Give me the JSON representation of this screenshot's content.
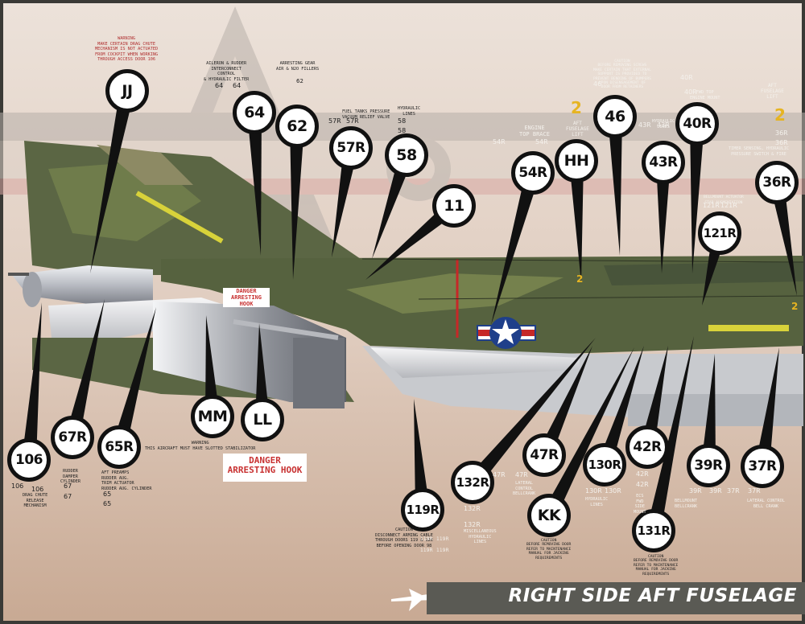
{
  "title": "RIGHT SIDE AFT FUSELAGE",
  "colors": {
    "background_top": "#e8dcd3",
    "background_bottom": "#c9ab95",
    "camo_dark": "#4f5b3c",
    "camo_green": "#6e7a4a",
    "camo_tan": "#a89a72",
    "metal": "#c4c6cc",
    "insignia_blue": "#1f3f8a",
    "insignia_red": "#c62828",
    "callout_fill": "#ffffff",
    "frame": "#2e2e2b"
  },
  "callouts": [
    {
      "id": "JJ",
      "label": "JJ"
    },
    {
      "id": "64",
      "label": "64"
    },
    {
      "id": "62",
      "label": "62"
    },
    {
      "id": "57R",
      "label": "57R"
    },
    {
      "id": "58",
      "label": "58"
    },
    {
      "id": "11",
      "label": "11"
    },
    {
      "id": "54R",
      "label": "54R"
    },
    {
      "id": "HH",
      "label": "HH"
    },
    {
      "id": "46",
      "label": "46"
    },
    {
      "id": "43R",
      "label": "43R"
    },
    {
      "id": "40R",
      "label": "40R"
    },
    {
      "id": "36R",
      "label": "36R"
    },
    {
      "id": "121R",
      "label": "121R"
    },
    {
      "id": "106",
      "label": "106"
    },
    {
      "id": "67R",
      "label": "67R"
    },
    {
      "id": "65R",
      "label": "65R"
    },
    {
      "id": "MM",
      "label": "MM"
    },
    {
      "id": "LL",
      "label": "LL"
    },
    {
      "id": "119R",
      "label": "119R"
    },
    {
      "id": "132R",
      "label": "132R"
    },
    {
      "id": "47R",
      "label": "47R"
    },
    {
      "id": "KK",
      "label": "KK"
    },
    {
      "id": "130R",
      "label": "130R"
    },
    {
      "id": "42R",
      "label": "42R"
    },
    {
      "id": "131R",
      "label": "131R"
    },
    {
      "id": "39R",
      "label": "39R"
    },
    {
      "id": "37R",
      "label": "37R"
    }
  ],
  "notes": {
    "warning_top": "WARNING\nMAKE CERTAIN DRAG CHUTE\nMECHANISM IS NOT ACTUATED\nFROM COCKPIT WHEN WORKING\nTHROUGH ACCESS DOOR 106",
    "aileron_rudder": "AILERON & RUDDER\nINTERCONNECT\nCONTROL\n& HYDRAULIC FILTER",
    "arresting_gear": "ARRESTING GEAR\nAIR & N2O FILLERS",
    "fuel_tanks": "FUEL TANKS PRESSURE\nVACUUM RELIEF VALVE",
    "hydraulic_lines_58": "HYDRAULIC\nLINES",
    "engine_top_brace": "ENGINE\nTOP BRACE",
    "aft_fuselage_lift": "AFT\nFUSELAGE\nLIFT",
    "caution_46": "CAUTION\nBEFORE REMOVING SCREWS\nMAKE CERTAIN THAT EXTERNAL\nSUPPORT IS PROVIDED TO\nPREVENT BENDING OF BUMPERS\nUPON DISENGAGEMENT OF\nDOOR FROM RETAINERS",
    "hydraulic_lines_43": "HYDRAULIC\nLINES",
    "fwd_top_engine_mount": "FWD TOP\nENGINE MOUNT",
    "aft_fuselage_lift_right": "AFT\nFUSELAGE\nLIFT",
    "timer_sensing": "TIMER SENSING, HYDRAULIC\nPRESSURE SWITCH & FIRE",
    "bellmount_121": "BELLMOUNT ACTUATOR\nSTAB AUGMENTATION",
    "rudder_damper": "RUDDER\nDAMPER\nCYLINDER",
    "drag_chute": "DRAG CHUTE\nRELEASE\nMECHANISM",
    "aft_preamps": "AFT PREAMPS\nRUDDER AUG.\nTRIM ACTUATOR\nRUDDER AUG. CYLINDER",
    "warning_bottom": "WARNING\nTHIS AIRCRAFT MUST HAVE SLOTTED STABILIZATOR",
    "danger_small": "DANGER\nARRESTING HOOK",
    "danger_large": "DANGER\nARRESTING HOOK",
    "caution_119": "CAUTION\nDISCONNECT ARMING CABLE\nTHROUGH DOORS 119 & 128\nBEFORE OPENING DOOR 98",
    "misc_hydraulic": "MISCELLANEOUS\nHYDRAULIC\nLINES",
    "lateral_control": "LATERAL\nCONTROL\nBELLCRANK",
    "caution_kk": "CAUTION\nBEFORE REMOVING DOOR\nREFER TO MAINTENANCE\nMANUAL FOR JACKING\nREQUIREMENTS",
    "hydraulic_lines_130": "HYDRAULIC\nLINES",
    "ecs_fwd_side_mount": "ECS\nFWD\nSIDE\nMOUNT",
    "bellmount_bellcrank": "BELLMOUNT\nBELLCRANK",
    "lateral_control_bell": "LATERAL CONTROL\nBELL CRANK",
    "caution_131": "CAUTION\nBEFORE REMOVING DOOR\nREFER TO MAINTENANCE\nMANUAL FOR JACKING\nREQUIREMENTS"
  },
  "numbers": {
    "n64a": "64",
    "n64b": "64",
    "n57r": "57R",
    "n57r2": "57R",
    "n58a": "58",
    "n58b": "58",
    "n54ra": "54R",
    "n54rb": "54R",
    "n46a": "46",
    "n43ra": "43R",
    "n43rb": "43R",
    "n40ra": "40R",
    "n40rb": "40R",
    "n36ra": "36R",
    "n36rb": "36R",
    "n121ra": "121R",
    "n121rb": "121R",
    "n106a": "106",
    "n106b": "106",
    "n67a": "67",
    "n67b": "67",
    "n65a": "65",
    "n65b": "65",
    "n119a": "119R",
    "n119b": "119R",
    "n119c": "119R",
    "n119d": "119R",
    "n132a": "132R",
    "n132b": "132R",
    "n47a": "47R",
    "n47b": "47R",
    "n130a": "130R",
    "n130b": "130R",
    "n42a": "42R",
    "n42b": "42R",
    "n39a": "39R",
    "n39b": "39R",
    "n37a": "37R",
    "n37b": "37R",
    "n62": "62",
    "big2a": "2",
    "big2b": "2",
    "small2a": "2",
    "small2b": "2"
  }
}
